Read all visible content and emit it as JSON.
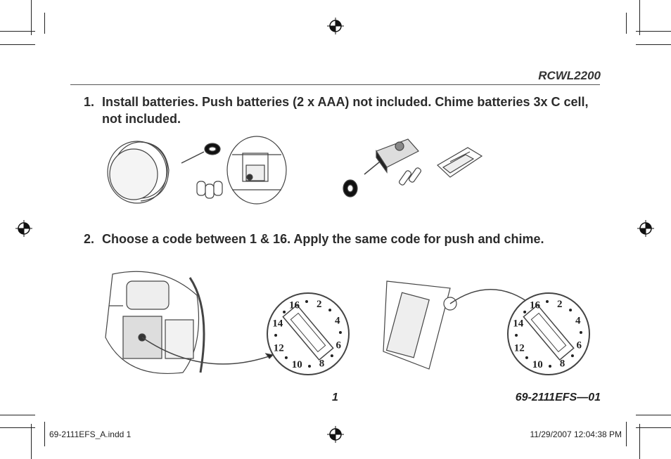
{
  "header": {
    "model": "RCWL2200"
  },
  "steps": [
    {
      "number": "1.",
      "line1": "Install batteries. Push batteries (2 x AAA) not included. Chime batteries 3x C cell,",
      "line2": "not included."
    },
    {
      "number": "2.",
      "text": "Choose a code between 1 & 16. Apply the same code for push and chime."
    }
  ],
  "dial": {
    "numbers": [
      "2",
      "4",
      "6",
      "8",
      "10",
      "12",
      "14",
      "16"
    ]
  },
  "footer": {
    "page": "1",
    "doc_number": "69-2111EFS—01"
  },
  "slug": {
    "file": "69-2111EFS_A.indd   1",
    "datetime": "11/29/2007   12:04:38 PM"
  }
}
